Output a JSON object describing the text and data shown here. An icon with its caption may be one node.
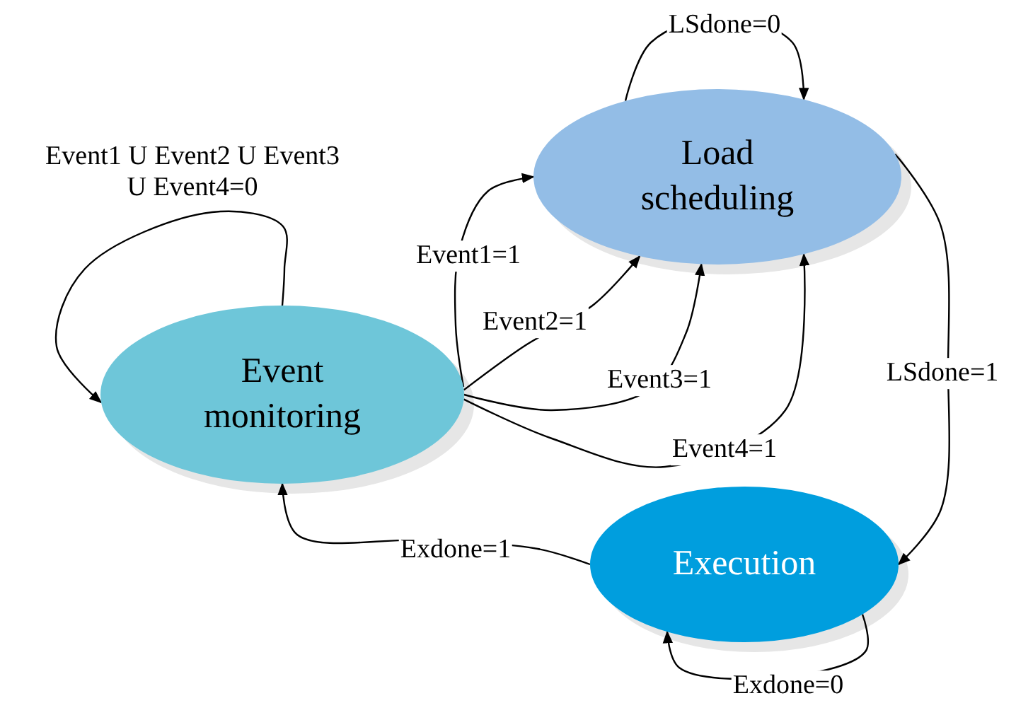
{
  "diagram": {
    "nodes": [
      {
        "text": [
          "Event monitoring"
        ]
      },
      {
        "text": [
          "Load scheduling"
        ]
      },
      {
        "text": [
          "Execution"
        ]
      }
    ],
    "edges": [
      {
        "from": 0,
        "to": 0,
        "arrow": "to",
        "label": "Event1 U Event2 U Event3 U Event4=0"
      },
      {
        "from": 0,
        "to": 1,
        "arrow": "to",
        "label": "Event1=1"
      },
      {
        "from": 0,
        "to": 1,
        "arrow": "to",
        "label": "Event2=1"
      },
      {
        "from": 0,
        "to": 1,
        "arrow": "to",
        "label": "Event3=1"
      },
      {
        "from": 0,
        "to": 1,
        "arrow": "to",
        "label": "Event4=1"
      },
      {
        "from": 1,
        "to": 1,
        "arrow": "to",
        "label": "LSdone=0"
      },
      {
        "from": 1,
        "to": 2,
        "arrow": "to",
        "label": "LSdone=1"
      },
      {
        "from": 2,
        "to": 0,
        "arrow": "to",
        "label": "Exdone=1"
      },
      {
        "from": 2,
        "to": 2,
        "arrow": "to",
        "label": "Exdone=0"
      }
    ]
  }
}
